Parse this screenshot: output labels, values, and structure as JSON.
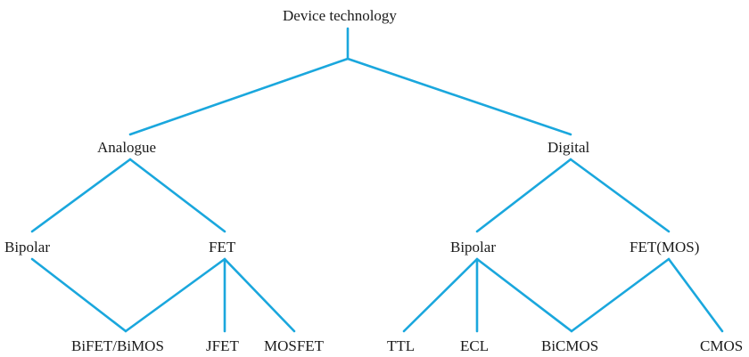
{
  "tree": {
    "root": "Device technology",
    "analogue": {
      "label": "Analogue",
      "bipolar": "Bipolar",
      "fet": "FET",
      "bifet_bimos": "BiFET/BiMOS",
      "jfet": "JFET",
      "mosfet": "MOSFET"
    },
    "digital": {
      "label": "Digital",
      "bipolar": "Bipolar",
      "fet_mos": "FET(MOS)",
      "ttl": "TTL",
      "ecl": "ECL",
      "bicmos": "BiCMOS",
      "cmos": "CMOS"
    }
  },
  "line_color": "#1aa7dd"
}
